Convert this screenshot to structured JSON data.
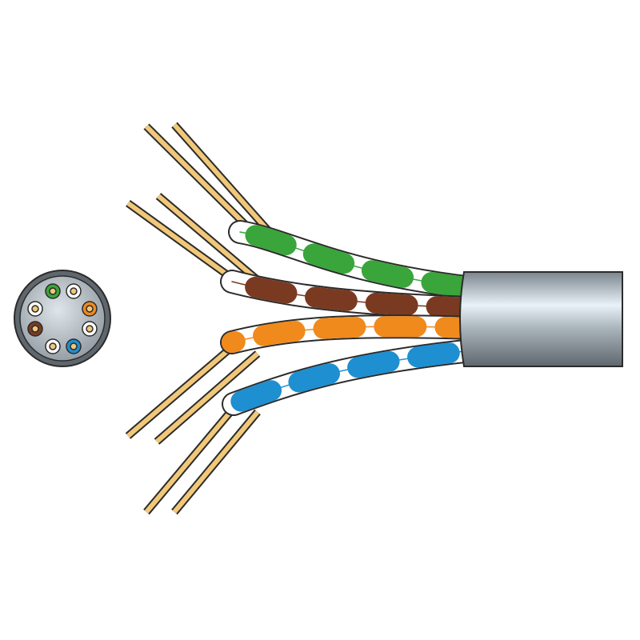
{
  "illustration": {
    "colors": {
      "jacket": "#8a939b",
      "jacket_highlight": "#e8f2f8",
      "copper": "#f1c879",
      "outline": "#2b2b2b",
      "pair_green": "#3aa53a",
      "pair_brown": "#7a3a22",
      "pair_orange": "#f08a1c",
      "pair_blue": "#1e8fd0",
      "white_insulation": "#ffffff"
    },
    "pairs": [
      "green",
      "brown",
      "orange",
      "blue"
    ]
  }
}
